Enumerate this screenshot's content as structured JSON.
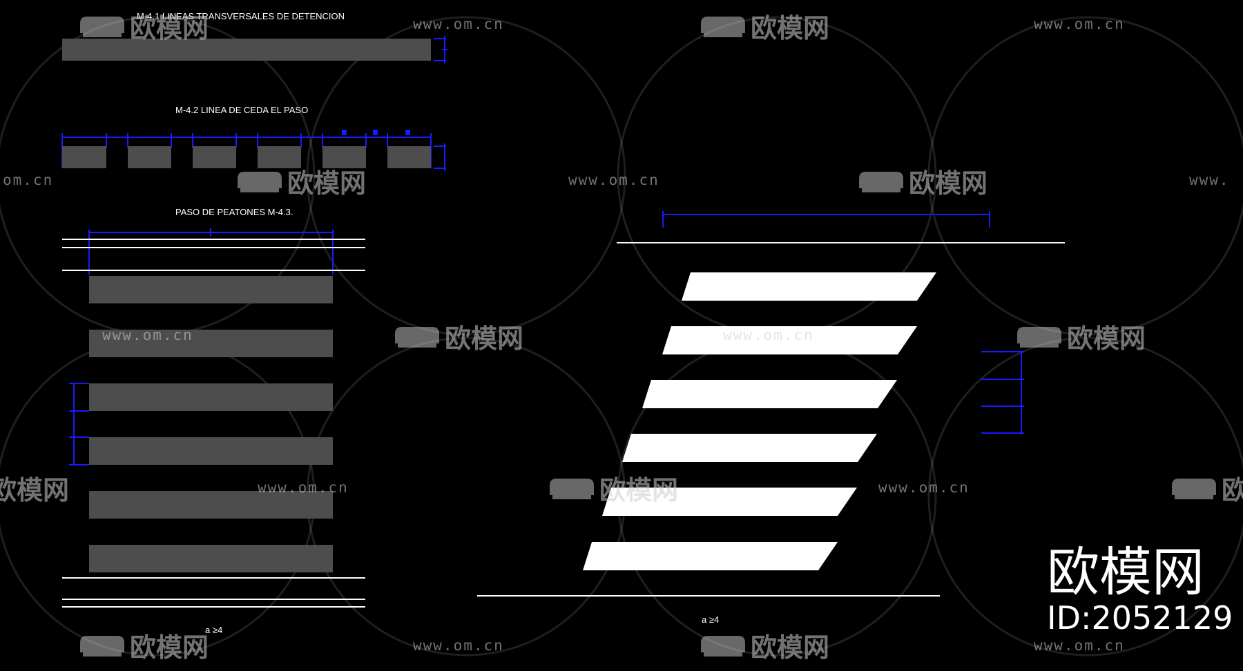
{
  "labels": {
    "m41": "M-4.1  LINEAS TRANSVERSALES DE DETENCION",
    "m42": "M-4.2  LINEA DE CEDA EL PASO",
    "m43": "PASO DE PEATONES M-4.3.",
    "a_left": "a ≥4",
    "a_right": "a ≥4"
  },
  "watermark": {
    "url": "www.om.cn",
    "url_partial_left": "om.cn",
    "url_partial_right": "www.",
    "cn": "欧模网",
    "cn_partial_left": "欧模网",
    "cn_partial_right": "欧"
  },
  "brand": {
    "name": "欧模网",
    "id": "ID:2052129"
  },
  "colors": {
    "background": "#000000",
    "dimension": "#1a1aff",
    "bar": "#4d4d4d",
    "stripe": "#ffffff"
  }
}
